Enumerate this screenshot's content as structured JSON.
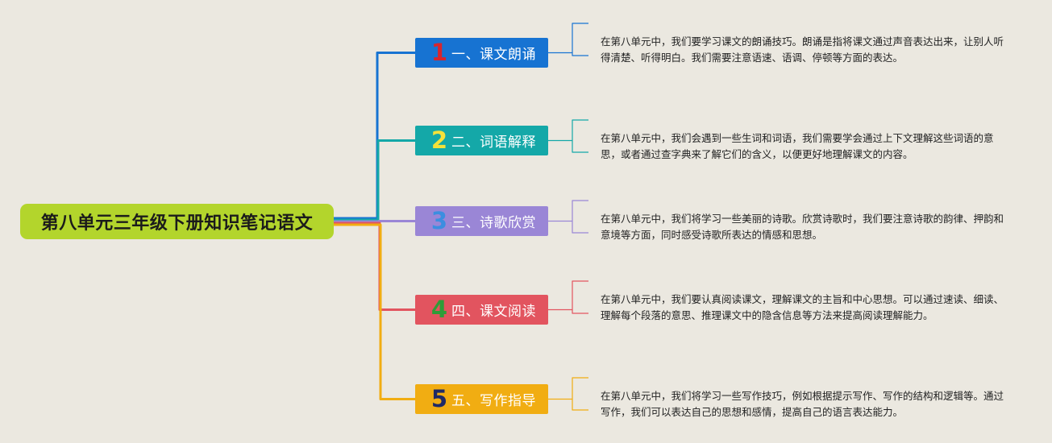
{
  "root": {
    "title": "第八单元三年级下册知识笔记语文",
    "color": "#b3d52c"
  },
  "branches": [
    {
      "number": "1",
      "label": "一、课文朗诵",
      "color": "#1773d2",
      "number_color": "#d8252d",
      "text": "在第八单元中，我们要学习课文的朗诵技巧。朗诵是指将课文通过声音表达出来，让别人听得清楚、听得明白。我们需要注意语速、语调、停顿等方面的表达。"
    },
    {
      "number": "2",
      "label": "二、词语解释",
      "color": "#14a8a8",
      "number_color": "#f4e23a",
      "text": "在第八单元中，我们会遇到一些生词和词语，我们需要学会通过上下文理解这些词语的意思，或者通过查字典来了解它们的含义，以便更好地理解课文的内容。"
    },
    {
      "number": "3",
      "label": "三、诗歌欣赏",
      "color": "#9a86d6",
      "number_color": "#3c8ee0",
      "text": "在第八单元中，我们将学习一些美丽的诗歌。欣赏诗歌时，我们要注意诗歌的韵律、押韵和意境等方面，同时感受诗歌所表达的情感和思想。"
    },
    {
      "number": "4",
      "label": "四、课文阅读",
      "color": "#e2545f",
      "number_color": "#2e9d38",
      "text": "在第八单元中，我们要认真阅读课文，理解课文的主旨和中心思想。可以通过速读、细读、理解每个段落的意思、推理课文中的隐含信息等方法来提高阅读理解能力。"
    },
    {
      "number": "5",
      "label": "五、写作指导",
      "color": "#f1ad12",
      "number_color": "#1f2a66",
      "text": "在第八单元中，我们将学习一些写作技巧，例如根据提示写作、写作的结构和逻辑等。通过写作，我们可以表达自己的思想和感情，提高自己的语言表达能力。"
    }
  ]
}
